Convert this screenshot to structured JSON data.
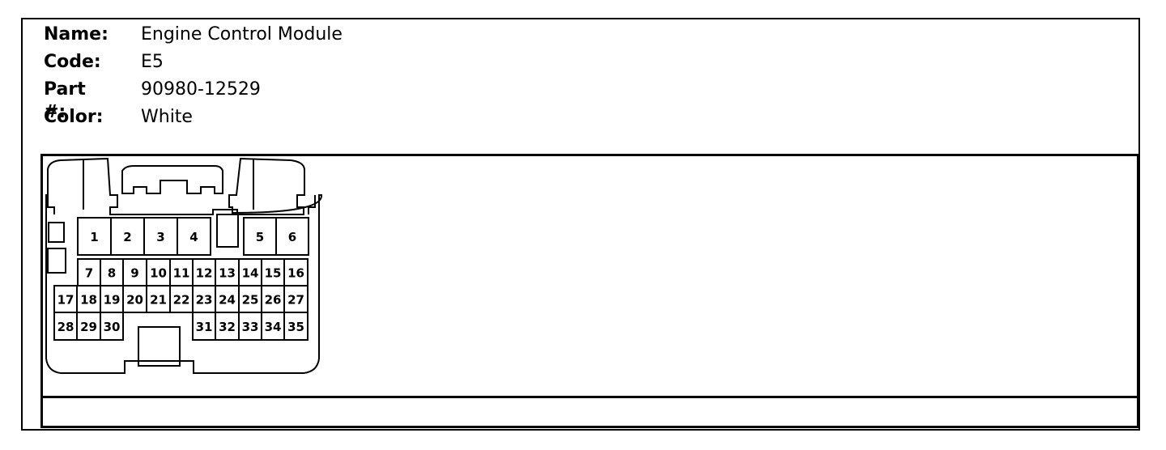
{
  "connector_info": {
    "name_label": "Name:",
    "name_value": "Engine Control Module",
    "code_label": "Code:",
    "code_value": "E5",
    "part_label": "Part #:",
    "part_value": "90980-12529",
    "color_label": "Color:",
    "color_value": "White"
  },
  "pins": {
    "row1": [
      "1",
      "2",
      "3",
      "4",
      "5",
      "6"
    ],
    "row2": [
      "7",
      "8",
      "9",
      "10",
      "11",
      "12",
      "13",
      "14",
      "15",
      "16"
    ],
    "row3": [
      "17",
      "18",
      "19",
      "20",
      "21",
      "22",
      "23",
      "24",
      "25",
      "26",
      "27"
    ],
    "row4": [
      "28",
      "29",
      "30",
      "31",
      "32",
      "33",
      "34",
      "35"
    ]
  }
}
